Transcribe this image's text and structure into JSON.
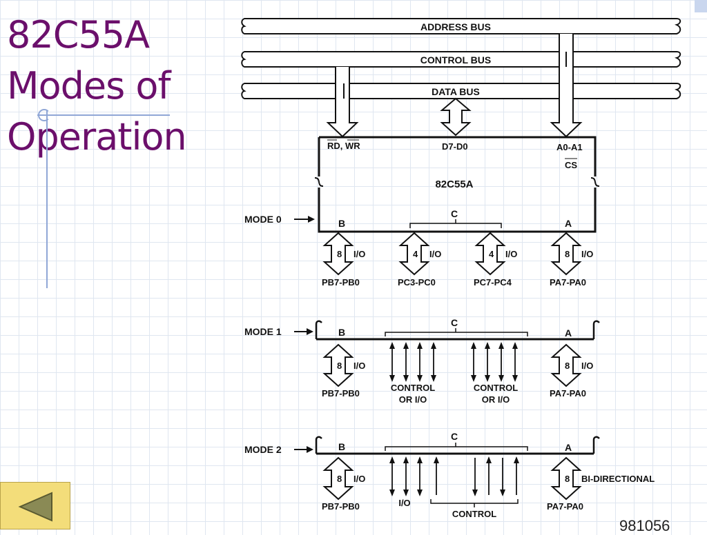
{
  "slide": {
    "title_lines": [
      "82C55A",
      "Modes of",
      "Operation"
    ],
    "page_number": "981056"
  },
  "diagram": {
    "buses": {
      "address": "ADDRESS BUS",
      "control": "CONTROL BUS",
      "data": "DATA BUS"
    },
    "chip": {
      "name": "82C55A",
      "rd_wr": "RD, WR",
      "data_pins": "D7-D0",
      "addr_pins": "A0-A1",
      "cs": "CS"
    },
    "mode0": {
      "label": "MODE 0",
      "port_b": "B",
      "port_c": "C",
      "port_a": "A",
      "arrows": [
        {
          "width": "8",
          "dir": "I/O",
          "pins": "PB7-PB0"
        },
        {
          "width": "4",
          "dir": "I/O",
          "pins": "PC3-PC0"
        },
        {
          "width": "4",
          "dir": "I/O",
          "pins": "PC7-PC4"
        },
        {
          "width": "8",
          "dir": "I/O",
          "pins": "PA7-PA0"
        }
      ]
    },
    "mode1": {
      "label": "MODE 1",
      "port_b": "B",
      "port_c": "C",
      "port_a": "A",
      "b_width": "8",
      "b_dir": "I/O",
      "b_pins": "PB7-PB0",
      "a_width": "8",
      "a_dir": "I/O",
      "a_pins": "PA7-PA0",
      "ctrl_label_line1": "CONTROL",
      "ctrl_label_line2": "OR I/O"
    },
    "mode2": {
      "label": "MODE 2",
      "port_b": "B",
      "port_c": "C",
      "port_a": "A",
      "b_width": "8",
      "b_dir": "I/O",
      "b_pins": "PB7-PB0",
      "a_width": "8",
      "a_dir": "BI-DIRECTIONAL",
      "a_pins": "PA7-PA0",
      "io_label": "I/O",
      "control_label": "CONTROL"
    }
  },
  "nav": {
    "back_icon": "triangle-left-icon"
  }
}
